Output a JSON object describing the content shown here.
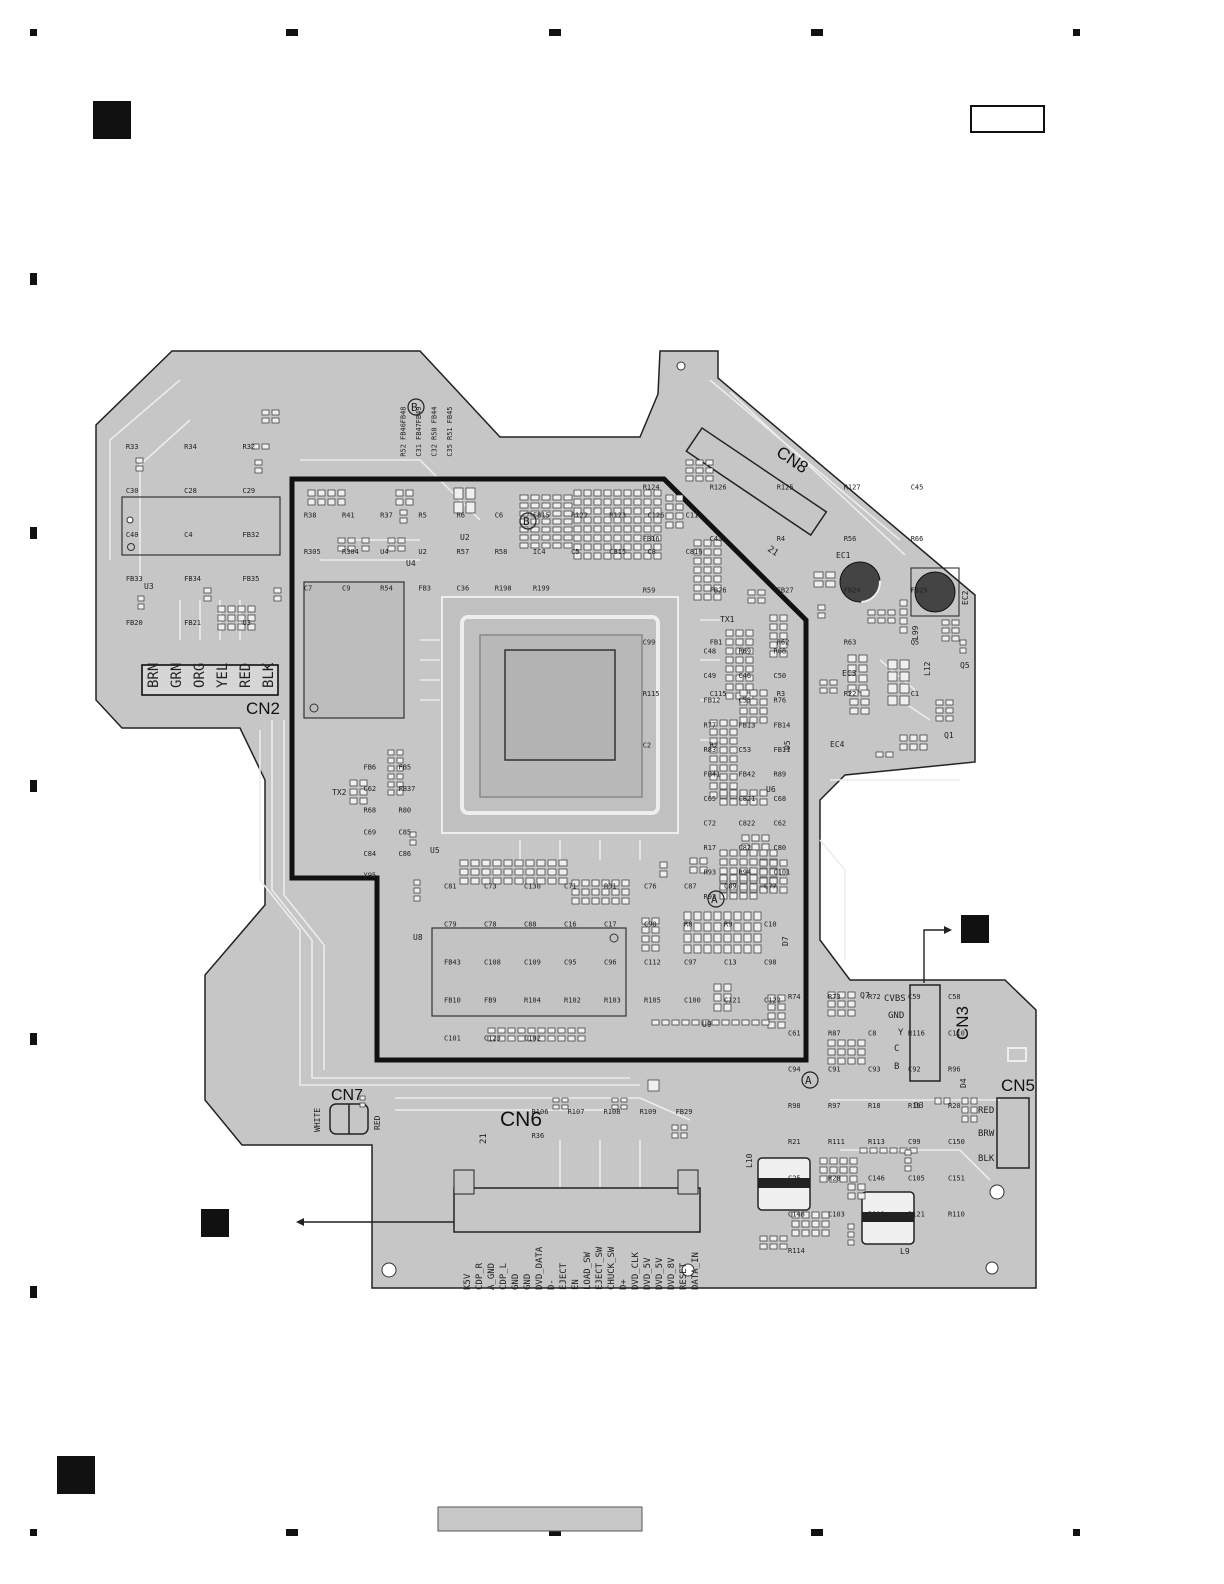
{
  "connectors": {
    "cn2": "CN2",
    "cn3": "CN3",
    "cn5": "CN5",
    "cn6": "CN6",
    "cn7": "CN7",
    "cn8": "CN8"
  },
  "cn2_wires": [
    "BRN",
    "GRN",
    "ORG",
    "YEL",
    "RED",
    "BLK"
  ],
  "cn5_wires": [
    "RED",
    "BRW",
    "BLK"
  ],
  "cn7_wires": [
    "WHITE",
    "RED"
  ],
  "cn3_labels": [
    "CVBS",
    "GND",
    "Y",
    "C",
    "B"
  ],
  "cn6_pins": [
    "K5V",
    "CDP_R",
    "A_GND",
    "CDP_L",
    "GND",
    "GND",
    "DVD_DATA",
    "D-",
    "EJECT",
    "EN",
    "LOAD_SW",
    "EJECT_SW",
    "CHUCK_SW",
    "D+",
    "DVD_CLK",
    "DVD_5V",
    "DVD_5V",
    "DVD_8V",
    "RESET",
    "DATA_IN"
  ],
  "ics": [
    "U2",
    "U3",
    "U4",
    "U5",
    "U6",
    "U8",
    "U9",
    "Q1",
    "Q5",
    "Q7",
    "D3",
    "D4",
    "D5",
    "D7",
    "TX1",
    "TX2"
  ],
  "inductors": [
    "L9",
    "L10",
    "L12",
    "L99",
    "EC1",
    "EC2",
    "EC3",
    "EC4"
  ],
  "markers": {
    "a": "A",
    "b": "B"
  },
  "pin_numbers": {
    "cn8": "21",
    "cn6": "21"
  },
  "parts": {
    "top_left": [
      "R33",
      "R34",
      "R32",
      "C30",
      "C28",
      "C29",
      "C40",
      "C4",
      "FB32",
      "FB33",
      "FB34",
      "FB35",
      "FB20",
      "FB21",
      "U3"
    ],
    "top_center": [
      "R38",
      "R41",
      "R37",
      "R5",
      "R6",
      "C6",
      "FB15",
      "R122",
      "R123",
      "C126",
      "C11",
      "R305",
      "R304",
      "U4",
      "U2",
      "R57",
      "R58",
      "IC4",
      "C5",
      "C815",
      "C8",
      "C816",
      "C7",
      "C9",
      "R54",
      "FB3",
      "C36",
      "R198",
      "R199"
    ],
    "fb_block": [
      "FB48",
      "FB49",
      "FB44",
      "FB45",
      "FB46",
      "FB47",
      "R50",
      "R51",
      "R52",
      "C31",
      "C32",
      "C35"
    ],
    "top_right": [
      "R124",
      "R126",
      "R125",
      "R127",
      "C45",
      "FB16",
      "C43",
      "R4",
      "R56",
      "R66",
      "R59",
      "FB26",
      "FB27",
      "FB24",
      "FB25",
      "C99",
      "FB1",
      "R62",
      "R63",
      "Q5",
      "R115",
      "C115",
      "R3",
      "R22",
      "C1",
      "C2",
      "R2"
    ],
    "right_mid": [
      "C48",
      "R69",
      "R68",
      "C49",
      "C46",
      "C50",
      "FB12",
      "C55",
      "R76",
      "R77",
      "FB13",
      "FB14",
      "R83",
      "C53",
      "FB11",
      "FB41",
      "FB42",
      "R89",
      "C65",
      "C821",
      "C68",
      "C72",
      "C822",
      "C62",
      "R17",
      "C82",
      "C80",
      "R93",
      "R94",
      "C101",
      "R92"
    ],
    "left_mid": [
      "FB6",
      "FB5",
      "C62",
      "FB37",
      "R68",
      "R80",
      "C69",
      "C85",
      "C84",
      "C86",
      "Y95"
    ],
    "bottom_center": [
      "C81",
      "C73",
      "C130",
      "C71",
      "R31",
      "C76",
      "C87",
      "C89",
      "C77",
      "C79",
      "C78",
      "C88",
      "C16",
      "C17",
      "C90",
      "R8",
      "R9",
      "C10",
      "FB43",
      "C108",
      "C109",
      "C95",
      "C96",
      "C112",
      "C97",
      "C13",
      "C98",
      "FB10",
      "FB9",
      "R104",
      "R102",
      "R103",
      "R105",
      "C100",
      "C121",
      "C122",
      "C101",
      "C123",
      "C102"
    ],
    "bottom_right": [
      "R74",
      "R73",
      "R72",
      "C59",
      "C58",
      "C61",
      "R87",
      "C8",
      "R116",
      "C110",
      "C94",
      "C91",
      "C93",
      "C92",
      "R96",
      "R98",
      "R97",
      "R18",
      "R19",
      "R20",
      "R21",
      "R111",
      "R113",
      "C99",
      "C150",
      "C25",
      "R28",
      "C146",
      "C105",
      "C151",
      "C148",
      "C103",
      "R112",
      "R121",
      "R110",
      "R114"
    ],
    "bottom_cn6": [
      "R106",
      "R107",
      "R108",
      "R109",
      "FB29",
      "R36"
    ]
  }
}
